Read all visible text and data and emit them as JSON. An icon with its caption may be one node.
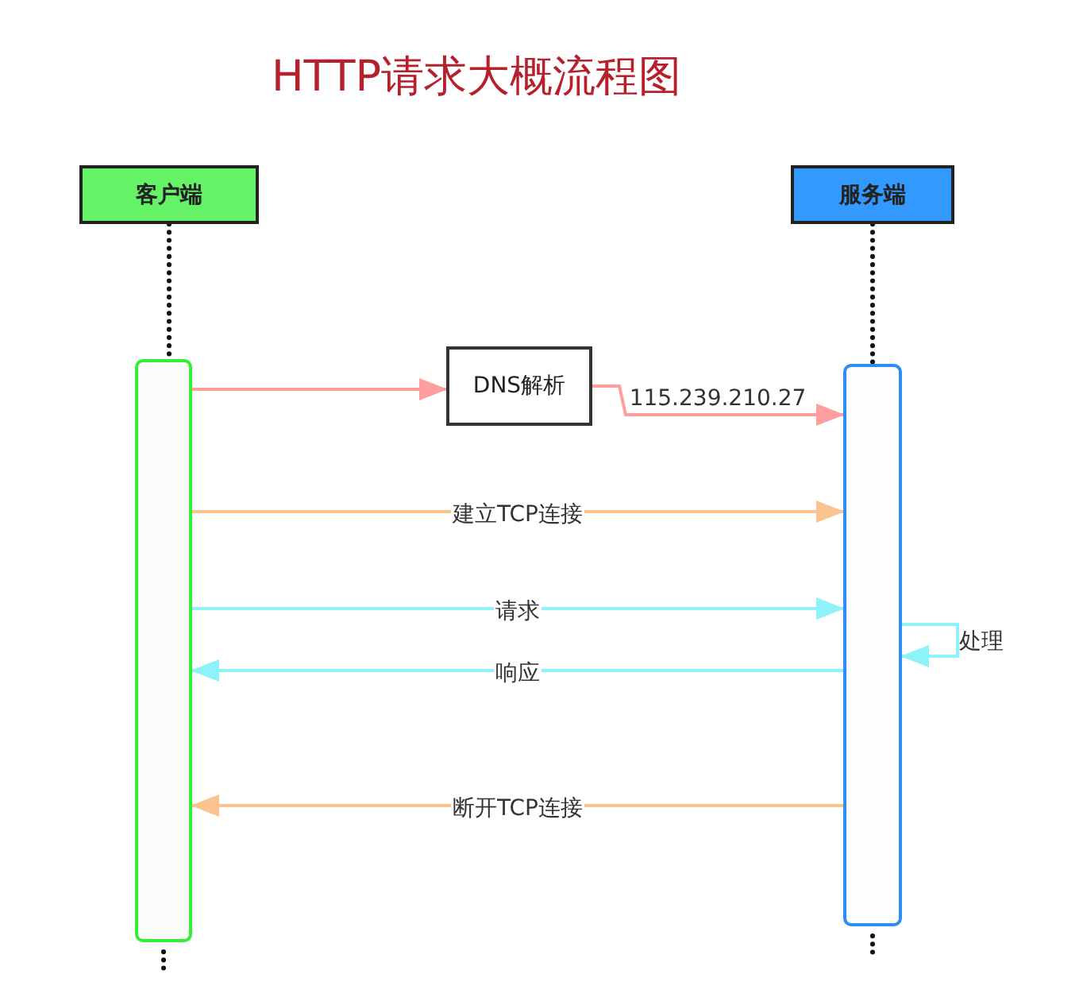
{
  "diagram": {
    "title": "HTTP请求大概流程图",
    "nodes": [
      {
        "text": [
          "客户端"
        ]
      },
      {
        "text": [
          "服务端"
        ]
      },
      {
        "text": [],
        "shape": "bar"
      },
      {
        "text": [
          "DNS解析"
        ]
      },
      {
        "text": [],
        "shape": "bar"
      }
    ],
    "edges": [
      {
        "from": 0,
        "to": 2,
        "arrow": "none",
        "style": "dashed"
      },
      {
        "from": 1,
        "to": 4,
        "arrow": "none",
        "style": "dashed"
      },
      {
        "from": 2,
        "to": 3,
        "arrow": "to",
        "color": "#ff9e9e"
      },
      {
        "from": 3,
        "to": 4,
        "arrow": "to",
        "label": "115.239.210.27",
        "color": "#ff9e9e"
      },
      {
        "from": 2,
        "to": 4,
        "arrow": "to",
        "label": "建立TCP连接",
        "color": "#fbc38f"
      },
      {
        "from": 2,
        "to": 4,
        "arrow": "to",
        "label": "请求",
        "color": "#8ef3f8"
      },
      {
        "from": 4,
        "to": 4,
        "arrow": "to",
        "label": "处理",
        "color": "#8ef3f8"
      },
      {
        "from": 4,
        "to": 2,
        "arrow": "to",
        "label": "响应",
        "color": "#8ef3f8"
      },
      {
        "from": 4,
        "to": 2,
        "arrow": "to",
        "label": "断开TCP连接",
        "color": "#fbc38f"
      },
      {
        "from": 2,
        "to": null,
        "arrow": "none",
        "style": "dashed"
      },
      {
        "from": 4,
        "to": null,
        "arrow": "none",
        "style": "dashed"
      }
    ]
  }
}
